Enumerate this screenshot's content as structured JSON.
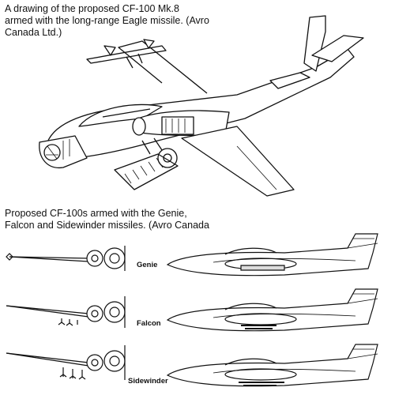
{
  "caption_top": {
    "line1": "A drawing of the proposed CF-100 Mk.8",
    "line2": "armed with the long-range Eagle missile. (Avro",
    "line3": "Canada Ltd.)"
  },
  "caption_bottom": {
    "line1": "Proposed CF-100s armed with the Genie,",
    "line2": "Falcon and Sidewinder missiles. (Avro Canada"
  },
  "variants": [
    {
      "label": "Genie",
      "store": "underbelly-pack"
    },
    {
      "label": "Falcon",
      "store": "wing-rail-missiles"
    },
    {
      "label": "Sidewinder",
      "store": "pylon-missiles"
    }
  ]
}
